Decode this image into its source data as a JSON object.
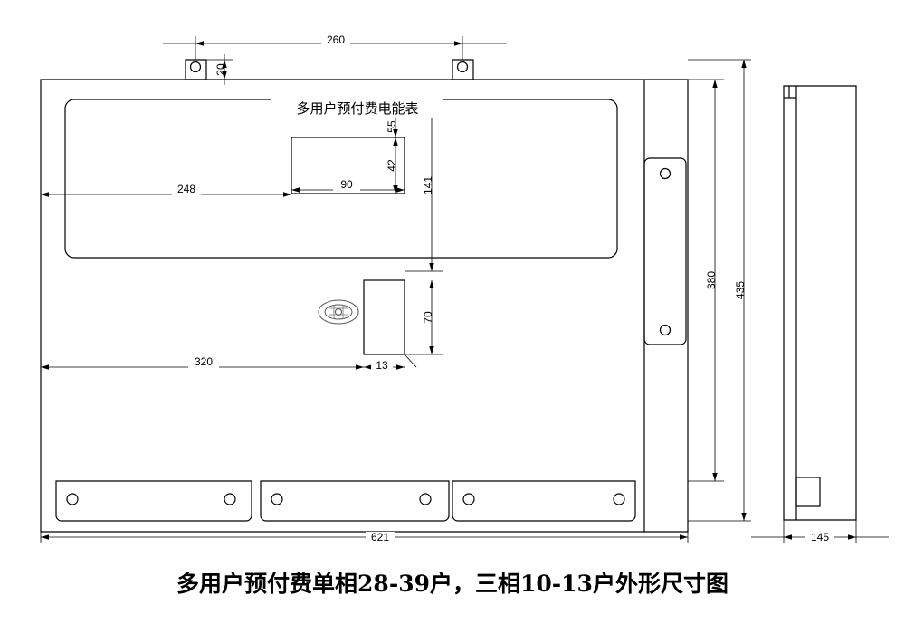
{
  "drawing": {
    "title_label": "多用户预付费电能表",
    "caption": "多用户预付费单相28-39户，三相10-13户外形尺寸图",
    "dimensions": {
      "top_width": "260",
      "mount_tab_height": "20",
      "display_width": "248",
      "window_width": "90",
      "window_height": "42",
      "window_offset_top": "55",
      "inner_height": "141",
      "lower_offset": "320",
      "lower_small": "13",
      "lower_height": "70",
      "overall_width": "621",
      "inner_height_right": "380",
      "overall_height_right": "435",
      "side_depth": "145"
    },
    "colors": {
      "line": "#000000",
      "background": "#ffffff",
      "text": "#000000"
    }
  }
}
